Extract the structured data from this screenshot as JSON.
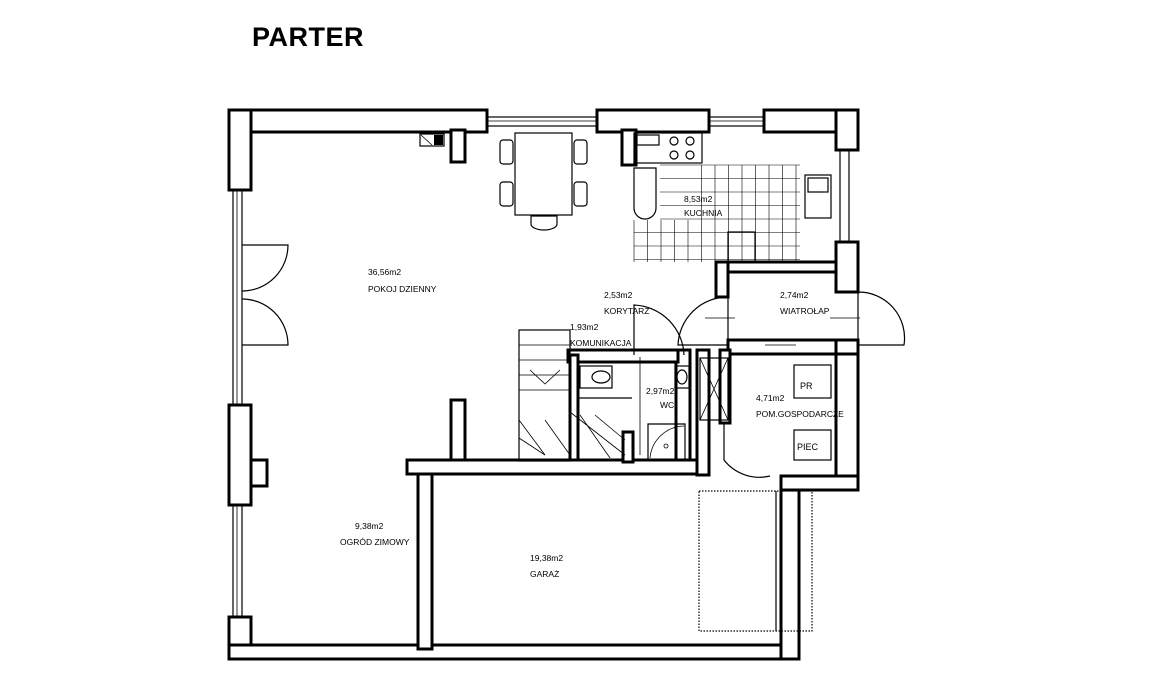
{
  "title": "PARTER",
  "rooms": [
    {
      "id": "pokoj-dzienny",
      "area": "36,56m2",
      "name": "POKOJ DZIENNY"
    },
    {
      "id": "kuchnia",
      "area": "8,53m2",
      "name": "KUCHNIA"
    },
    {
      "id": "korytarz",
      "area": "2,53m2",
      "name": "KORYTARZ"
    },
    {
      "id": "komunikacja",
      "area": "1,93m2",
      "name": "KOMUNIKACJA"
    },
    {
      "id": "wiatrolap",
      "area": "2,74m2",
      "name": "WIATROŁAP"
    },
    {
      "id": "wc",
      "area": "2,97m2",
      "name": "WC"
    },
    {
      "id": "pom-gospodarcze",
      "area": "4,71m2",
      "name": "POM.GOSPODARCZE"
    },
    {
      "id": "ogrod-zimowy",
      "area": "9,38m2",
      "name": "OGRÓD ZIMOWY"
    },
    {
      "id": "garaz",
      "area": "19,38m2",
      "name": "GARAŻ"
    }
  ],
  "fixtures": {
    "pr": "PR",
    "piec": "PIEC"
  },
  "colors": {
    "line": "#000000",
    "background": "#ffffff"
  }
}
